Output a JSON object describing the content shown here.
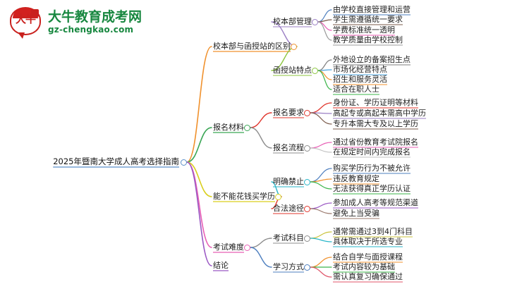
{
  "brand": {
    "logo_cn": "大牛",
    "title": "大牛教育成考网",
    "domain": "gz-chengkao.com",
    "title_color": "#17873f",
    "mark_color": "#c9211e"
  },
  "mindmap": {
    "root": {
      "label": "2025年暨南大学成人高考选择指南",
      "color": "#5b8fc9"
    },
    "branches": [
      {
        "label": "校本部与函授站的区别",
        "color": "#f0912d",
        "children": [
          {
            "label": "校本部管理",
            "color": "#9b7fc4",
            "leaves": [
              {
                "label": "由学校直接管理和运营",
                "color": "#4e7fbf"
              },
              {
                "label": "学生需遵循统一要求",
                "color": "#7a5a4a"
              },
              {
                "label": "学费标准统一透明",
                "color": "#e85fb5"
              },
              {
                "label": "教学质量由学校控制",
                "color": "#9b9b9b"
              }
            ]
          },
          {
            "label": "函授站特点",
            "color": "#8cc63f",
            "leaves": [
              {
                "label": "外地设立的备案招生点",
                "color": "#7f7f7f"
              },
              {
                "label": "市场化经营特点",
                "color": "#4aa3dd"
              },
              {
                "label": "招生和服务灵活",
                "color": "#f0912d"
              },
              {
                "label": "适合在职人士",
                "color": "#3bb54a"
              }
            ]
          }
        ]
      },
      {
        "label": "报名材料",
        "color": "#3aa655",
        "children": [
          {
            "label": "报名要求",
            "color": "#e0342b",
            "leaves": [
              {
                "label": "身份证、学历证明等材料",
                "color": "#e0342b"
              },
              {
                "label": "高起专或高起本需高中学历",
                "color": "#9b7fc4"
              },
              {
                "label": "专升本需大专及以上学历",
                "color": "#7a5a4a"
              }
            ]
          },
          {
            "label": "报名流程",
            "color": "#8c8c8c",
            "leaves": [
              {
                "label": "通过省份教育考试院报名",
                "color": "#e85fb5"
              },
              {
                "label": "在规定时间内完成报名",
                "color": "#c2c2c2"
              }
            ]
          }
        ]
      },
      {
        "label": "能不能花钱买学历",
        "color": "#d9cf1e",
        "children": [
          {
            "label": "明确禁止",
            "color": "#29b6c9",
            "leaves": [
              {
                "label": "购买学历行为不被允许",
                "color": "#4e7fbf"
              },
              {
                "label": "违反教育规定",
                "color": "#f0912d"
              },
              {
                "label": "无法获得真正学历认证",
                "color": "#3bb54a"
              }
            ]
          },
          {
            "label": "合法途径",
            "color": "#e0342b",
            "leaves": [
              {
                "label": "参加成人高考等规范渠道",
                "color": "#9b59c4"
              },
              {
                "label": "避免上当受骗",
                "color": "#9b7a6e"
              }
            ]
          }
        ]
      },
      {
        "label": "考试难度",
        "color": "#e85fb5",
        "children": [
          {
            "label": "考试科目",
            "color": "#8c8c8c",
            "leaves": [
              {
                "label": "通常需通过3到4门科目",
                "color": "#cbc33b"
              },
              {
                "label": "具体取决于所选专业",
                "color": "#29b6c9"
              }
            ]
          },
          {
            "label": "学习方式",
            "color": "#4e7fbf",
            "leaves": [
              {
                "label": "结合自学与面授课程",
                "color": "#f0912d"
              },
              {
                "label": "考试内容较为基础",
                "color": "#3bb54a"
              },
              {
                "label": "需认真复习确保通过",
                "color": "#e0556a"
              }
            ]
          }
        ]
      },
      {
        "label": "结论",
        "color": "#9b59c4",
        "children": []
      }
    ]
  }
}
